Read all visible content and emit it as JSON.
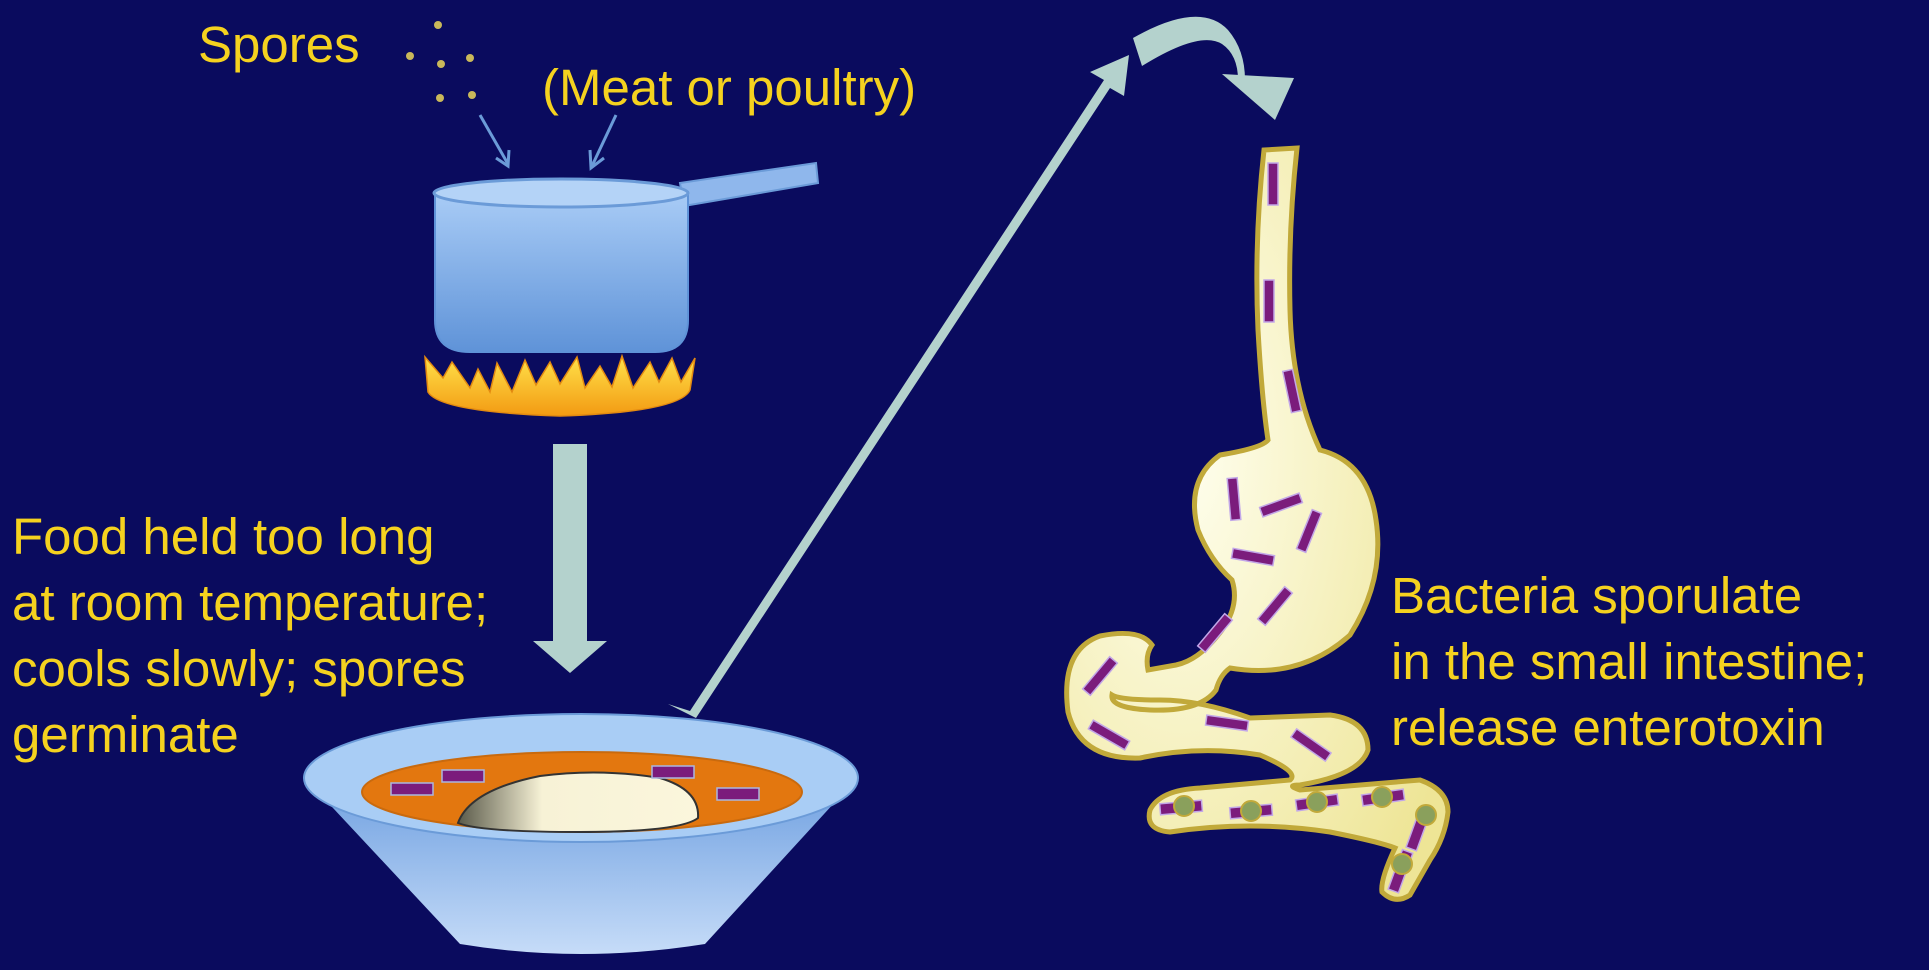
{
  "labels": {
    "spores": "Spores",
    "meat_or_poultry": "(Meat or poultry)",
    "food_held": [
      "Food held too long",
      "at room temperature;",
      "cools slowly; spores",
      "germinate"
    ],
    "bacteria": [
      "Bacteria sporulate",
      "in the small intestine;",
      "release enterotoxin"
    ]
  },
  "colors": {
    "background": "#0a0b5e",
    "text": "#f5d21f",
    "arrow": "#b4d2cd",
    "pot": "#8fb7ec",
    "bowl": "#a6c8f2",
    "broth": "#e3770f",
    "bacteria": "#7b1c7c",
    "spore": "#8aa05c",
    "gut": "#f3eeae"
  }
}
